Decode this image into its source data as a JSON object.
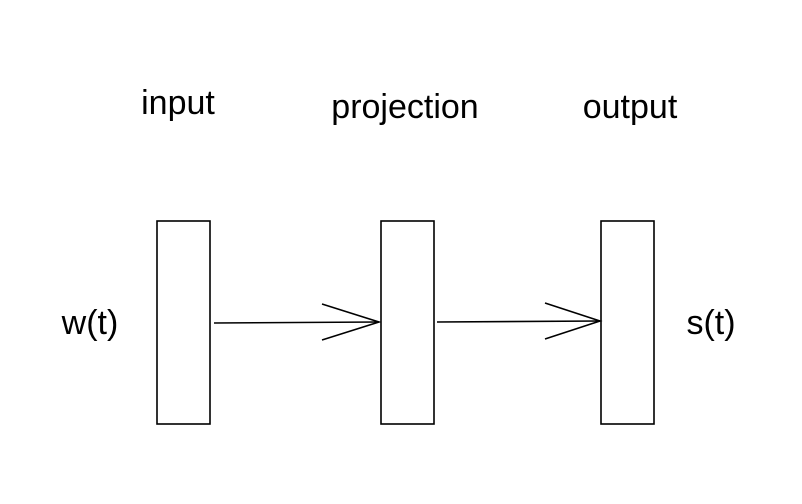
{
  "layers": [
    {
      "label": "input"
    },
    {
      "label": "projection"
    },
    {
      "label": "output"
    }
  ],
  "input_symbol": "w(t)",
  "output_symbol": "s(t)",
  "colors": {
    "stroke": "#000000",
    "background": "#ffffff",
    "text": "#000000"
  }
}
